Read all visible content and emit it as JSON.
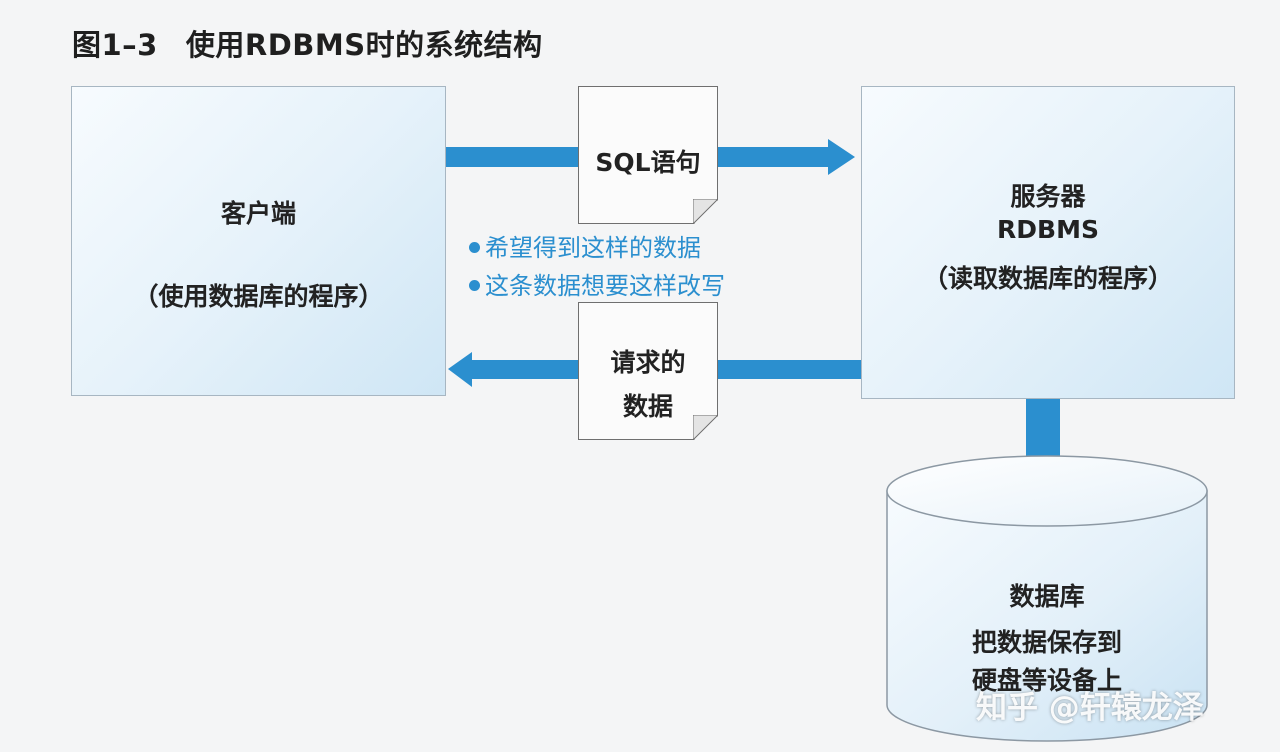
{
  "figure": {
    "label": "图1–3",
    "title": "使用RDBMS时的系统结构"
  },
  "client": {
    "name": "客户端",
    "subtitle": "（使用数据库的程序）"
  },
  "server": {
    "name": "服务器",
    "product": "RDBMS",
    "subtitle": "（读取数据库的程序）"
  },
  "sql_note": {
    "label": "SQL语句"
  },
  "request_bullets": [
    "希望得到这样的数据",
    "这条数据想要这样改写"
  ],
  "result_note": {
    "line1": "请求的",
    "line2": "数据"
  },
  "database": {
    "name": "数据库",
    "desc_line1": "把数据保存到",
    "desc_line2": "硬盘等设备上"
  },
  "watermark": "知乎 @轩辕龙泽",
  "colors": {
    "arrow": "#2b8fcf",
    "box_border": "#a7b6c2",
    "bullet_text": "#2b8fcf"
  }
}
